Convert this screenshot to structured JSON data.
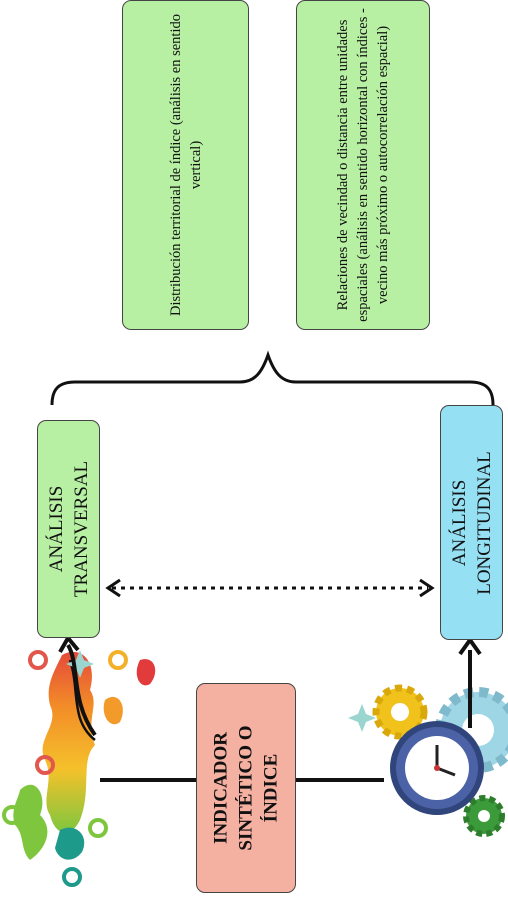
{
  "boxes": {
    "transversal": {
      "line1": "ANÁLISIS",
      "line2": "TRANSVERSAL",
      "color": "#b7f0a3"
    },
    "longitudinal": {
      "line1": "ANÁLISIS",
      "line2": "LONGITUDINAL",
      "color": "#95e0f3"
    },
    "indicador": {
      "line1": "INDICADOR",
      "line2": "SINTÉTICO O",
      "line3": "ÍNDICE",
      "color": "#f4b0a1"
    },
    "distribucion": {
      "text": "Distribución territorial de índice (análisis en sentido vertical)",
      "color": "#b7f0a3"
    },
    "relaciones": {
      "text": "Relaciones de vecindad o distancia entre unidades espaciales (análisis en sentido horizontal con índices - vecino más próximo o autocorrelación espacial)",
      "color": "#b7f0a3"
    }
  },
  "icons": {
    "world_map": "world-map-with-pins-icon",
    "gears": "gears-with-clock-icon"
  }
}
